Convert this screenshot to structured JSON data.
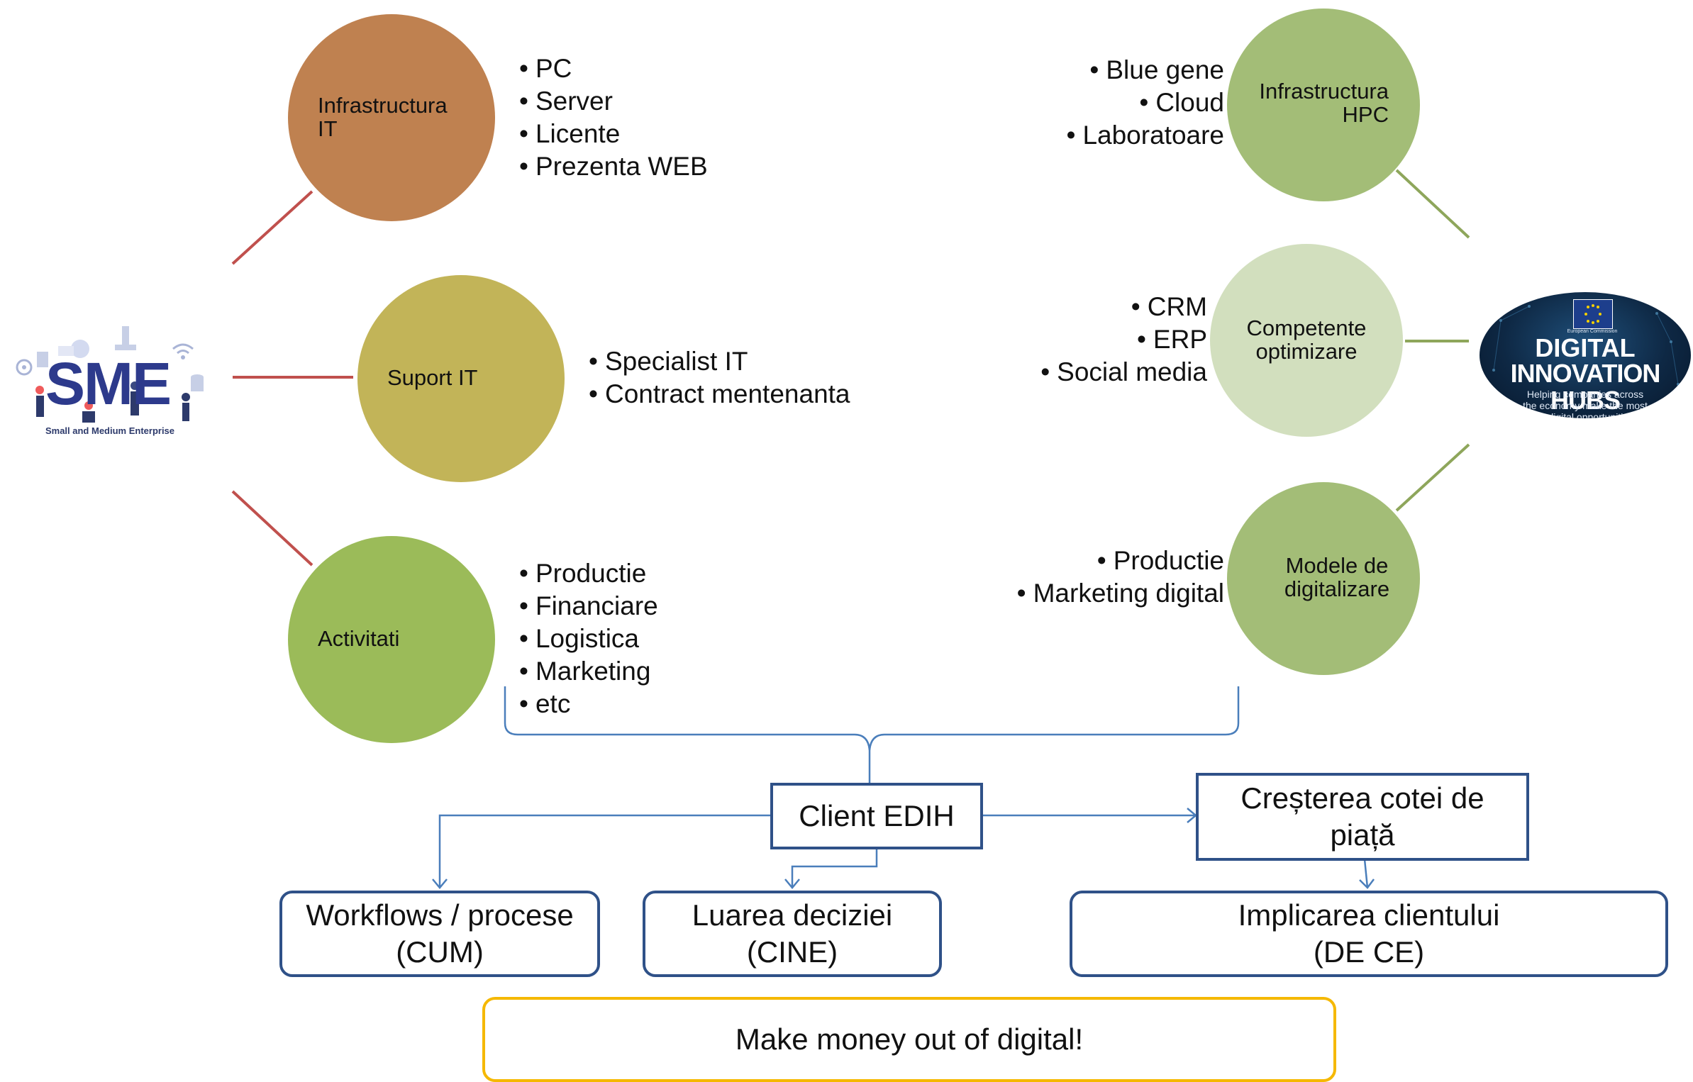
{
  "sme_logo": {
    "title": "SME",
    "subtitle": "Small and Medium Enterprise"
  },
  "dih_logo": {
    "org": "European Commission",
    "title_line1": "DIGITAL",
    "title_line2": "INNOVATION HUBS",
    "tag_line1": "Helping companies across",
    "tag_line2": "the economy make the most",
    "tag_line3": "of digital opportunities"
  },
  "left_nodes": [
    {
      "label": "Infrastructura\nIT",
      "color": "#bf8150",
      "items": [
        "PC",
        "Server",
        "Licente",
        "Prezenta WEB"
      ]
    },
    {
      "label": "Suport IT",
      "color": "#c2b458",
      "items": [
        "Specialist IT",
        "Contract mentenanta"
      ]
    },
    {
      "label": "Activitati",
      "color": "#9bbb59",
      "items": [
        "Productie",
        "Financiare",
        "Logistica",
        "Marketing",
        "etc"
      ]
    }
  ],
  "right_nodes": [
    {
      "label": "Infrastructura\nHPC",
      "color": "#a3bd77",
      "items": [
        "Blue gene",
        "Cloud",
        "Laboratoare"
      ]
    },
    {
      "label": "Competente\noptimizare",
      "color": "#d2dfbe",
      "items": [
        "CRM",
        "ERP",
        "Social media"
      ]
    },
    {
      "label": "Modele de\ndigitalizare",
      "color": "#a3bd77",
      "items": [
        "Productie",
        "Marketing digital"
      ]
    }
  ],
  "colors": {
    "left_connector": "#c0504d",
    "right_connector": "#8ea65b",
    "arrow": "#4a7ebb",
    "box_border": "#2f5188",
    "final_border": "#f5b800"
  },
  "flow": {
    "center": "Client EDIH",
    "share": "Creșterea cotei de piață",
    "workflows": "Workflows / procese\n(CUM)",
    "decision": "Luarea deciziei\n(CINE)",
    "involvement": "Implicarea clientului\n(DE CE)",
    "final": "Make money out of digital!"
  }
}
